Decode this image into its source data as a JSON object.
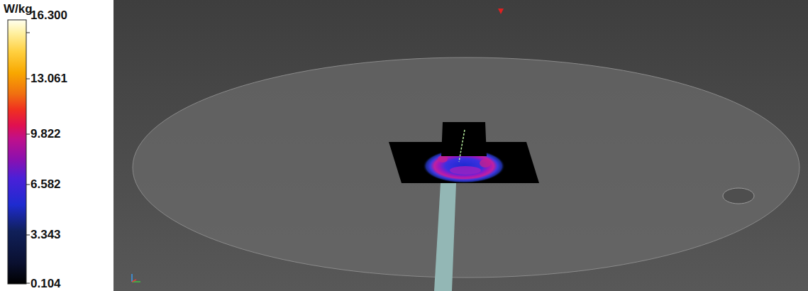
{
  "diagram": {
    "labels": [
      "W/kg",
      "16.300",
      "13.061",
      "9.822",
      "6.582",
      "3.343",
      "0.104"
    ]
  }
}
